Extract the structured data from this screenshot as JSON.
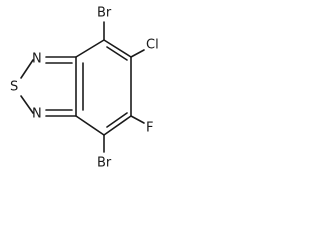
{
  "atoms": {
    "br_top": "Br",
    "br_bottom": "Br",
    "cl": "Cl",
    "f": "F",
    "s": "S",
    "n_top": "N",
    "n_bottom": "N"
  }
}
